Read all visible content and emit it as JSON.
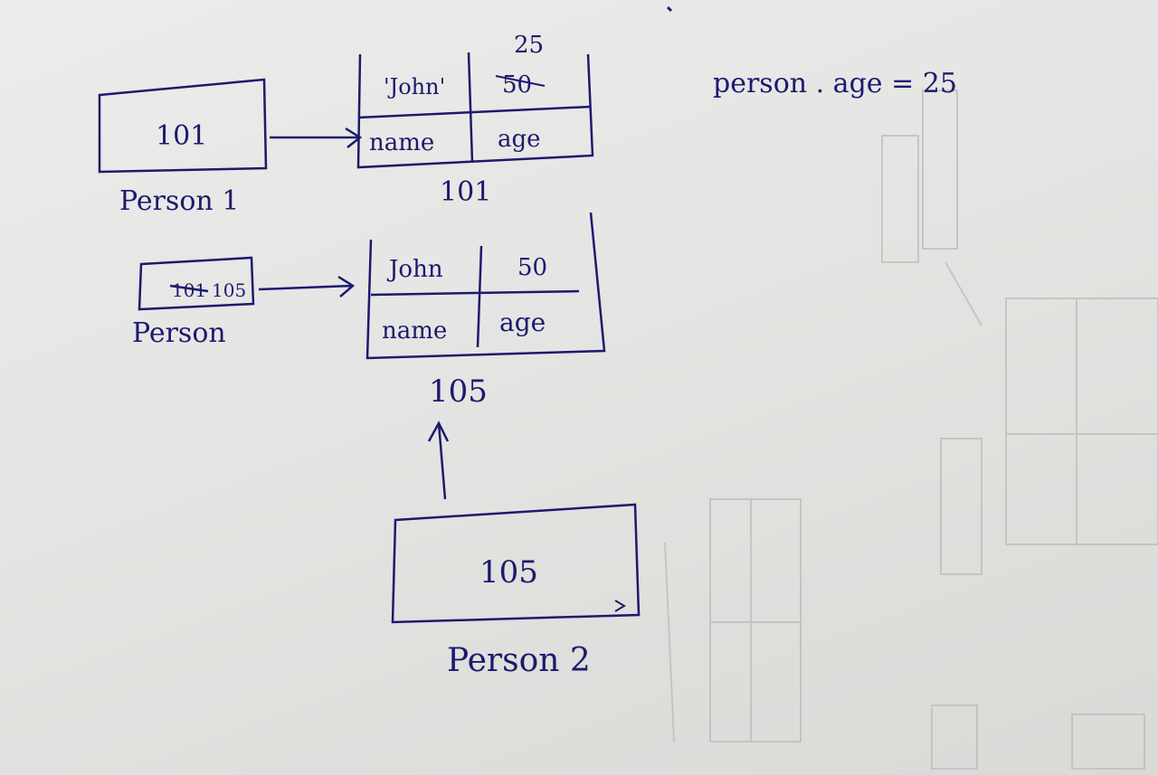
{
  "colors": {
    "ink": "#1c1a6e",
    "paper": "#e6e6e4",
    "ghost": "#b8b8b6"
  },
  "person1": {
    "value": "101",
    "label": "Person 1"
  },
  "object101": {
    "name_value": "'John'",
    "age_value": "50",
    "age_overwrite": "25",
    "name_key": "name",
    "age_key": "age",
    "address": "101"
  },
  "person": {
    "value": "105",
    "crossed_value": "101",
    "label": "Person"
  },
  "object105": {
    "name_value": "John",
    "age_value": "50",
    "name_key": "name",
    "age_key": "age",
    "address": "105"
  },
  "person2": {
    "value": "105",
    "label": "Person 2"
  },
  "note": "person . age = 25"
}
